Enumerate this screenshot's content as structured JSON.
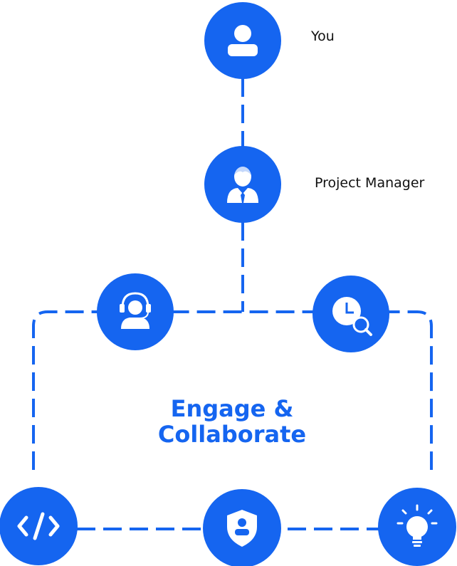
{
  "colors": {
    "accent": "#1565f0",
    "icon": "#ffffff",
    "label_text": "#111111"
  },
  "nodes": {
    "you": {
      "label": "You",
      "icon": "user-icon"
    },
    "project_manager": {
      "label": "Project Manager",
      "icon": "manager-with-tie-icon"
    },
    "support": {
      "icon": "headset-support-icon"
    },
    "time_tracking": {
      "icon": "clock-search-icon"
    },
    "development": {
      "icon": "code-icon"
    },
    "security": {
      "icon": "shield-user-icon"
    },
    "ideas": {
      "icon": "lightbulb-icon"
    }
  },
  "center": {
    "line1": "Engage &",
    "line2": "Collaborate"
  }
}
